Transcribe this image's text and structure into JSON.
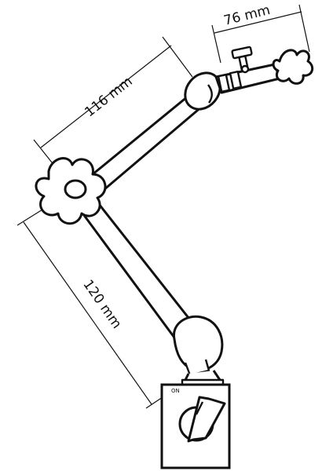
{
  "dimensions": {
    "top_clamp": "76 mm",
    "upper_arm": "116 mm",
    "lower_arm": "120 mm"
  },
  "base": {
    "switch_label": "ON"
  }
}
